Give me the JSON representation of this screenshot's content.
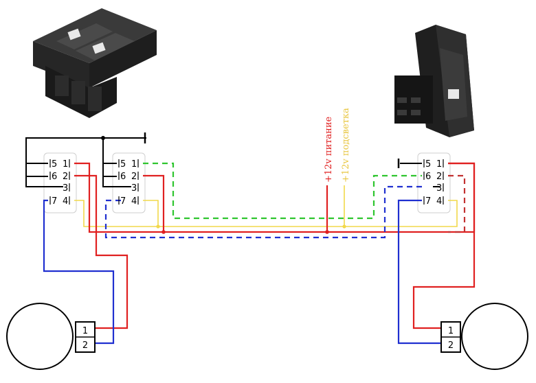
{
  "labels": {
    "power": "+12v питание",
    "backlight": "+12v подсветка"
  },
  "switches": {
    "left_a": {
      "pins": [
        "5",
        "1",
        "6",
        "2",
        "3",
        "7",
        "4"
      ]
    },
    "left_b": {
      "pins": [
        "5",
        "1",
        "6",
        "2",
        "3",
        "7",
        "4"
      ]
    },
    "right": {
      "pins": [
        "5",
        "1",
        "6",
        "2",
        "3",
        "7",
        "4"
      ]
    }
  },
  "motors": {
    "left": {
      "terminals": [
        "1",
        "2"
      ]
    },
    "right": {
      "terminals": [
        "1",
        "2"
      ]
    }
  },
  "colors": {
    "ground": "#000000",
    "power": "#e02020",
    "backlight": "#f2d84a",
    "signal_blue": "#1f2fd0",
    "signal_green": "#2ec52e",
    "switch_body": "#2b2b2b"
  },
  "icons": {
    "switch_photo_left": "double-window-switch-icon",
    "switch_photo_right": "single-window-switch-icon"
  }
}
